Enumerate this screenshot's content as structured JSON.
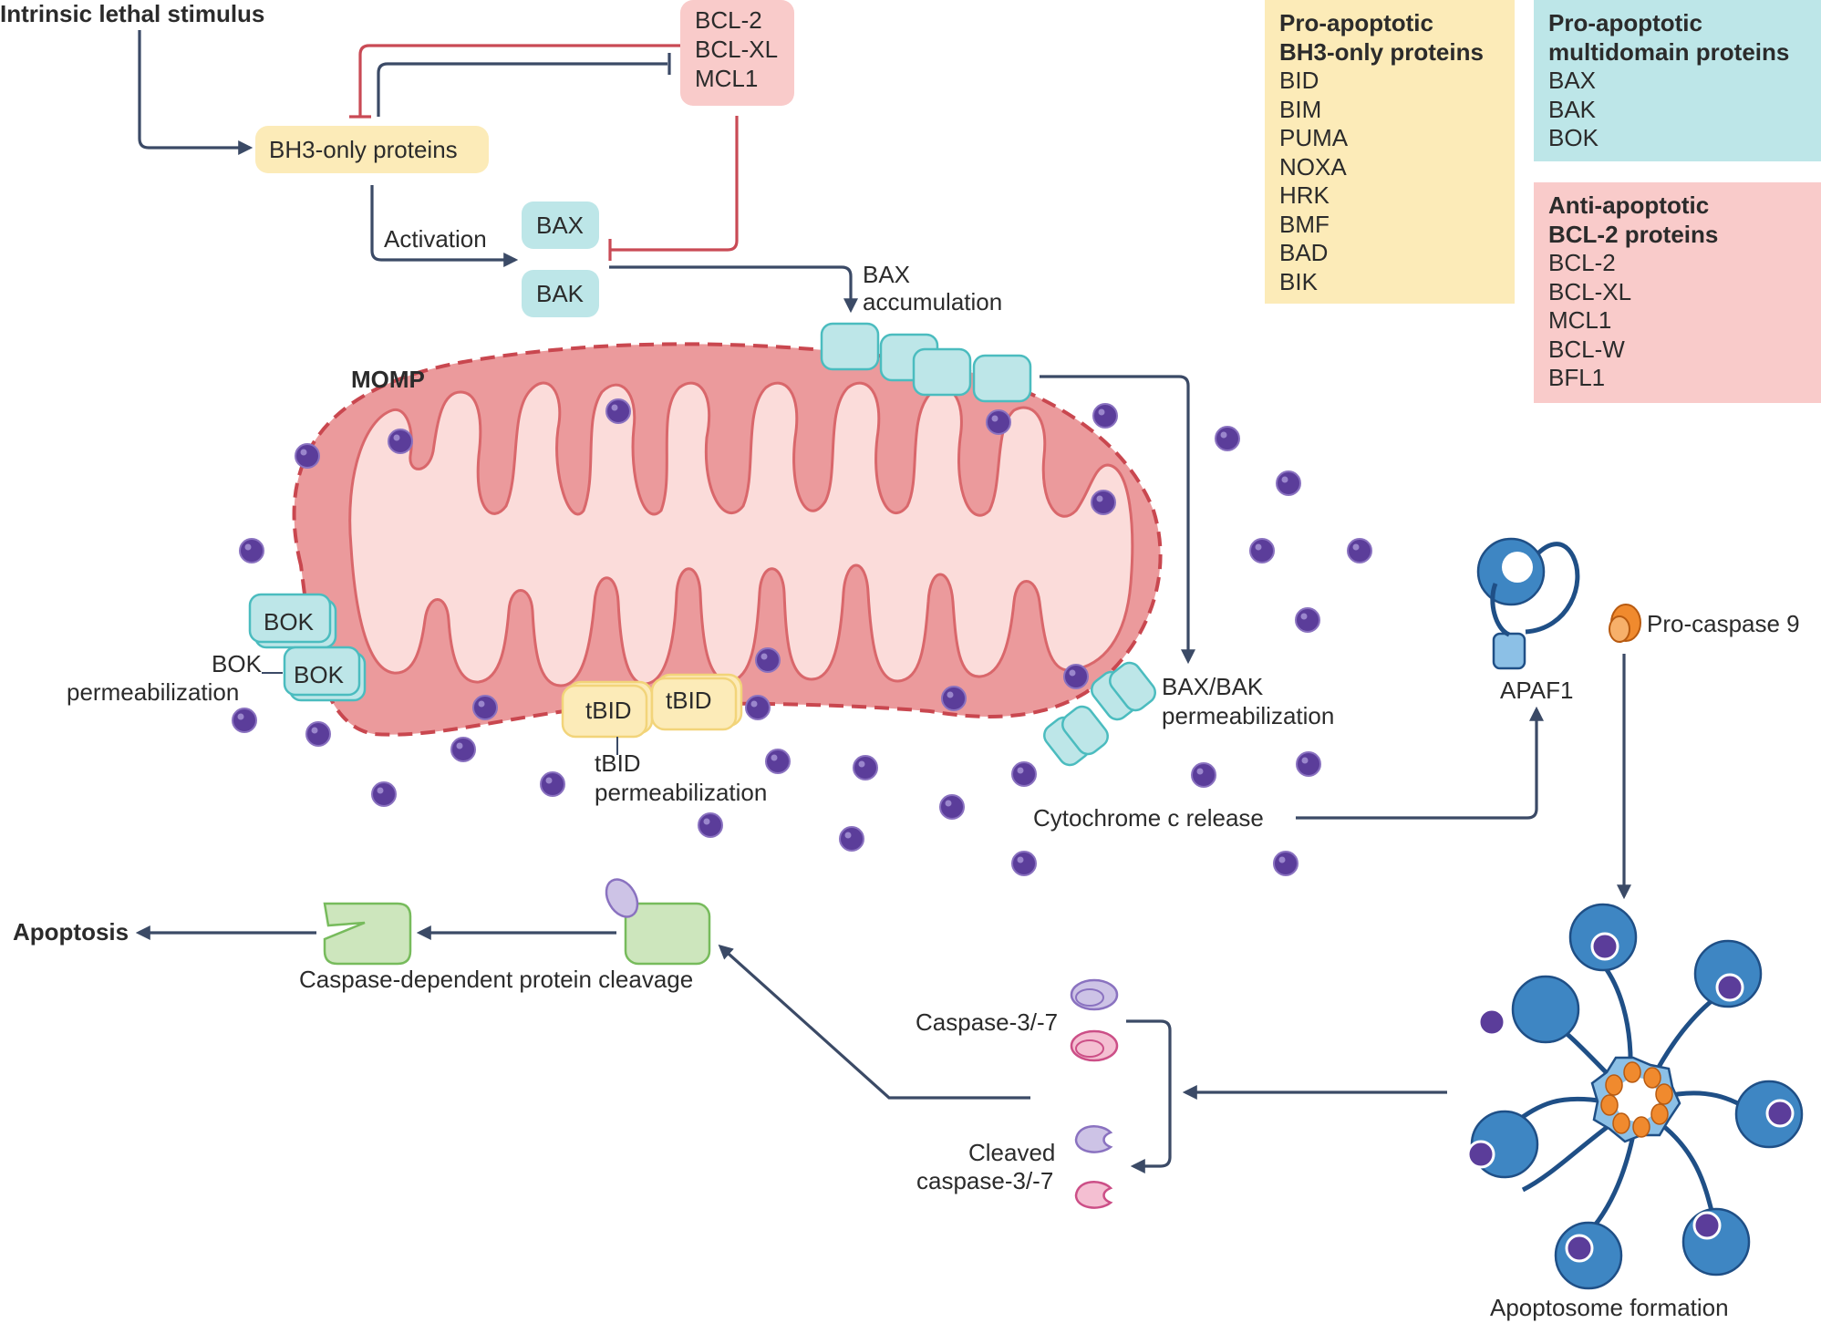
{
  "labels": {
    "stimulus": "Intrinsic lethal stimulus",
    "bh3_only": "BH3-only proteins",
    "bcl2_group": [
      "BCL-2",
      "BCL-XL",
      "MCL1"
    ],
    "activation": "Activation",
    "bax": "BAX",
    "bak": "BAK",
    "bax_accumulation": [
      "BAX",
      "accumulation"
    ],
    "momp": "MOMP",
    "bok": "BOK",
    "bok_perm": [
      "BOK",
      "permeabilization"
    ],
    "tbid": "tBID",
    "tbid_perm": [
      "tBID",
      "permeabilization"
    ],
    "baxbak_perm": [
      "BAX/BAK",
      "permeabilization"
    ],
    "cyto_release": "Cytochrome c release",
    "apaf1": "APAF1",
    "procaspase9": "Pro-caspase 9",
    "apoptosome": "Apoptosome formation",
    "caspase37": "Caspase-3/-7",
    "cleaved_caspase": [
      "Cleaved",
      "caspase-3/-7"
    ],
    "cleavage": "Caspase-dependent protein cleavage",
    "apoptosis": "Apoptosis"
  },
  "legend": {
    "bh3": {
      "title": [
        "Pro-apoptotic",
        "BH3-only proteins"
      ],
      "items": [
        "BID",
        "BIM",
        "PUMA",
        "NOXA",
        "HRK",
        "BMF",
        "BAD",
        "BIK"
      ]
    },
    "multidomain": {
      "title": [
        "Pro-apoptotic",
        "multidomain proteins"
      ],
      "items": [
        "BAX",
        "BAK",
        "BOK"
      ]
    },
    "anti": {
      "title": [
        "Anti-apoptotic",
        "BCL-2 proteins"
      ],
      "items": [
        "BCL-2",
        "BCL-XL",
        "MCL1",
        "BCL-W",
        "BFL1"
      ]
    }
  },
  "colors": {
    "arrow": "#3b4a66",
    "inhibit": "#c94a55",
    "bh3_fill": "#fcebb8",
    "teal_fill": "#bde6e8",
    "teal_stroke": "#4bbcbf",
    "pink_fill": "#f9cbca",
    "mito_outer": "#eb9a9c",
    "mito_inner": "#fbdcda",
    "cyto_c": "#5b3d9a",
    "apaf_blue": "#3e86c3",
    "caspase_orange": "#f08a2e",
    "green_fill": "#cde6bd",
    "green_stroke": "#77bb5c"
  }
}
